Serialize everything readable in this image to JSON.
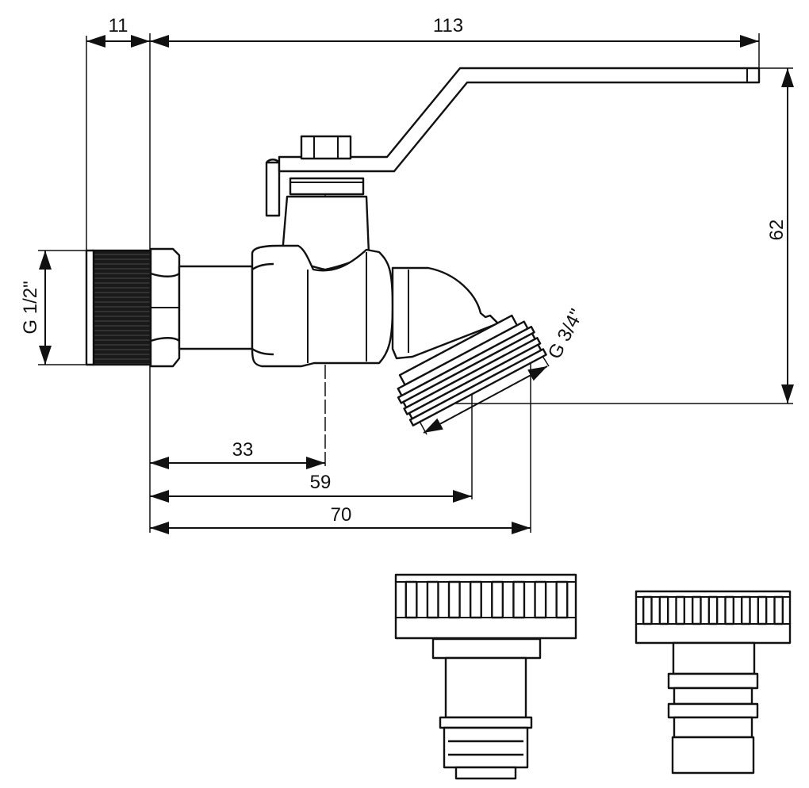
{
  "dimensions": {
    "top_left": "11",
    "top_total": "113",
    "height": "62",
    "inlet_thread": "G 1/2\"",
    "outlet_thread": "G 3/4\"",
    "to_stem": "33",
    "to_outlet_center": "59",
    "to_outlet_end": "70"
  },
  "colors": {
    "line": "#111111",
    "thread_fill": "#1a1a1a",
    "background": "#ffffff"
  },
  "icons": {
    "valve": "ball-valve-tap",
    "adapter_large": "hose-connector-adapter-3-4",
    "adapter_small": "hose-connector-adapter-1-2"
  }
}
